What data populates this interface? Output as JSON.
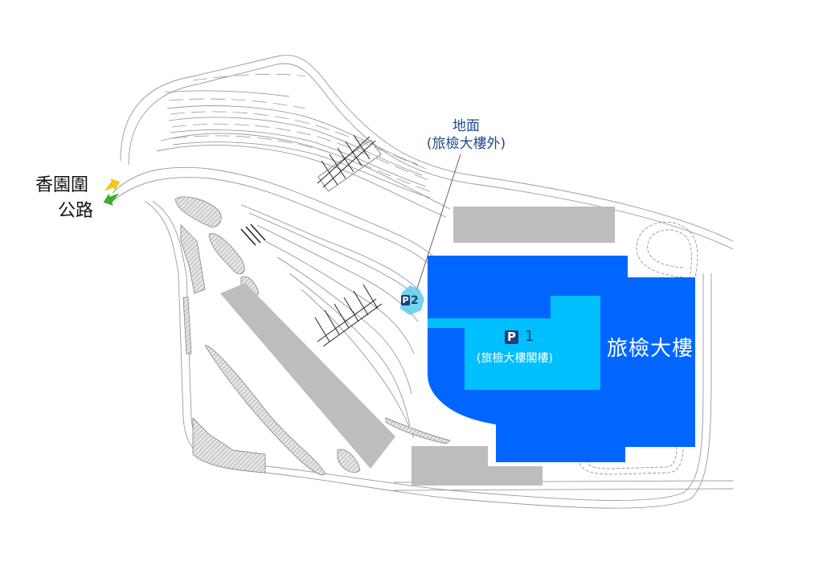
{
  "map": {
    "road_entry": {
      "line1": "香園圍",
      "line2": "公路",
      "inbound_arrow_color": "#f5c518",
      "outbound_arrow_color": "#3cae2c"
    },
    "ground_parking": {
      "line1": "地面",
      "line2": "(旅檢大樓外)",
      "badge": "P",
      "number": "2",
      "highlight_color": "#5ccbea"
    },
    "terminal": {
      "name": "旅檢大樓",
      "color": "#0066ff"
    },
    "mezzanine_parking": {
      "badge": "P",
      "number": "1",
      "subtitle": "(旅檢大樓閣樓)",
      "color": "#00bfff"
    },
    "legend_colors": {
      "building_gray": "#bdbdbd",
      "linework": "#8a8a8a",
      "hatch": "#a0a0a0"
    }
  }
}
